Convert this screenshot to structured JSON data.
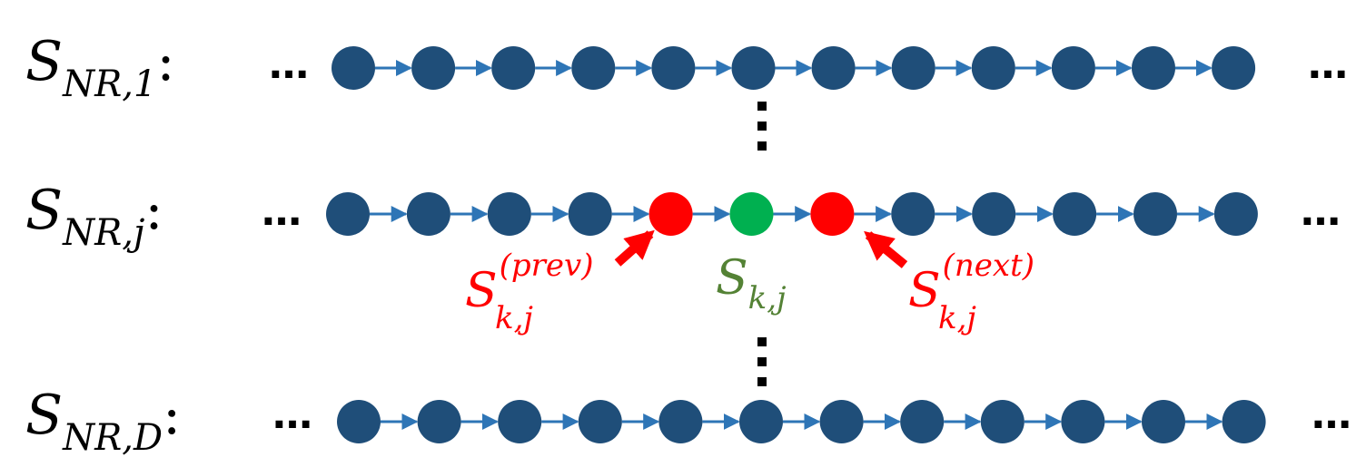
{
  "colors": {
    "node": "#1f4e79",
    "edge": "#2e75b6",
    "highlight_neighbor": "#ff0000",
    "highlight_current": "#00b050",
    "label_current": "#548235",
    "label_neighbor": "#ff0000"
  },
  "rows": [
    {
      "id": "row-1",
      "label": {
        "main": "S",
        "subscript": "NR,1",
        "colon": ":"
      },
      "ellipsis_left": "…",
      "ellipsis_right": "…",
      "node_count": 12,
      "highlights": []
    },
    {
      "id": "row-j",
      "label": {
        "main": "S",
        "subscript": "NR,j",
        "colon": ":"
      },
      "ellipsis_left": "…",
      "ellipsis_right": "…",
      "node_count": 12,
      "highlights": [
        {
          "index": 4,
          "role": "prev"
        },
        {
          "index": 5,
          "role": "current"
        },
        {
          "index": 6,
          "role": "next"
        }
      ]
    },
    {
      "id": "row-D",
      "label": {
        "main": "S",
        "subscript": "NR,D",
        "colon": ":"
      },
      "ellipsis_left": "…",
      "ellipsis_right": "…",
      "node_count": 12,
      "highlights": []
    }
  ],
  "vertical_ellipsis": "⋮",
  "annotations": {
    "prev": {
      "main": "S",
      "subscript": "k,j",
      "superscript": "(prev)"
    },
    "current": {
      "main": "S",
      "subscript": "k,j"
    },
    "next": {
      "main": "S",
      "subscript": "k,j",
      "superscript": "(next)"
    }
  }
}
